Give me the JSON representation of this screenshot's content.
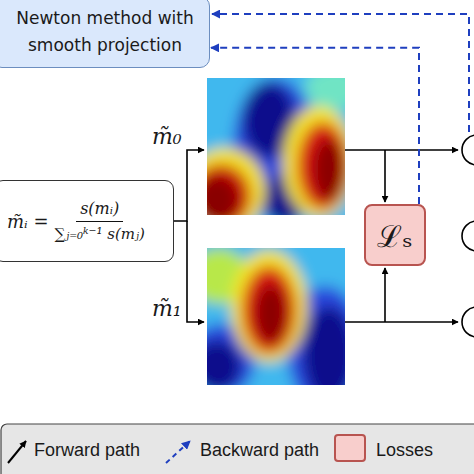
{
  "diagram": {
    "nodes": [
      {
        "text": [
          "Newton method with smooth projection"
        ]
      },
      {
        "text": [
          "m̃ᵢ =",
          "s(mᵢ)",
          "∑ⱼ₌₀ᵏ⁻¹ s(mⱼ)"
        ]
      },
      {
        "text": [
          "ℒₛ"
        ]
      }
    ],
    "edges": [
      {
        "from": 2,
        "to": 0,
        "arrow": "to"
      }
    ],
    "labels": [
      "m̃₀",
      "m̃₁"
    ],
    "legend": [
      {
        "text": "Forward path"
      },
      {
        "text": "Backward path"
      },
      {
        "text": "Losses",
        "color": "#f8cecc"
      }
    ]
  }
}
